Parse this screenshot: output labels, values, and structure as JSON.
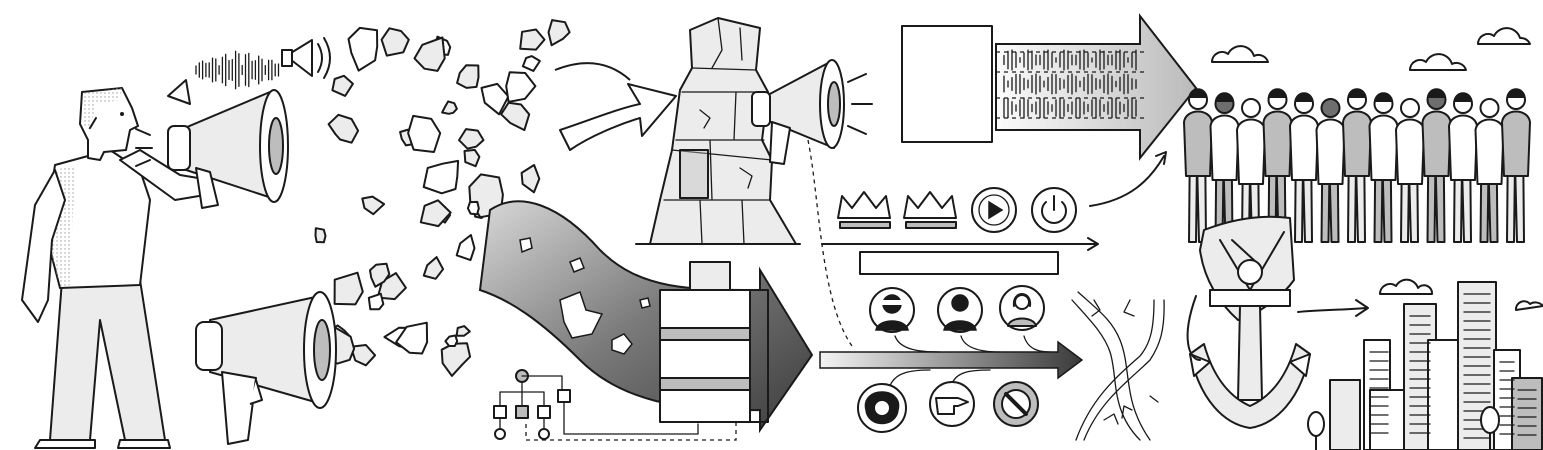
{
  "scene": {
    "style": "black-and-white halftone line illustration",
    "colors": {
      "ink": "#1a1a1a",
      "paper": "#ffffff",
      "light_fill": "#ececec",
      "mid_fill": "#bdbdbd",
      "dark_fill": "#6e6e6e"
    }
  },
  "icons": {
    "left": [
      "speaking-man",
      "raised-megaphone",
      "sound-wave",
      "small-megaphone",
      "paper-fragments",
      "ground-megaphone"
    ],
    "center": [
      "cracked-stone-tower",
      "tower-megaphone",
      "blank-panel",
      "wave-arrow",
      "dark-ribbon-arrow",
      "stacked-blocks",
      "flowchart"
    ],
    "right_middle": [
      "crown",
      "crown",
      "play-icon",
      "power-icon",
      "person-avatars",
      "pointing-hand-icon",
      "no-entry-icon",
      "cracked-crossing"
    ],
    "right": [
      "crowd",
      "clouds",
      "shield-icon",
      "anchor-icon",
      "city-skyline",
      "trees"
    ]
  }
}
